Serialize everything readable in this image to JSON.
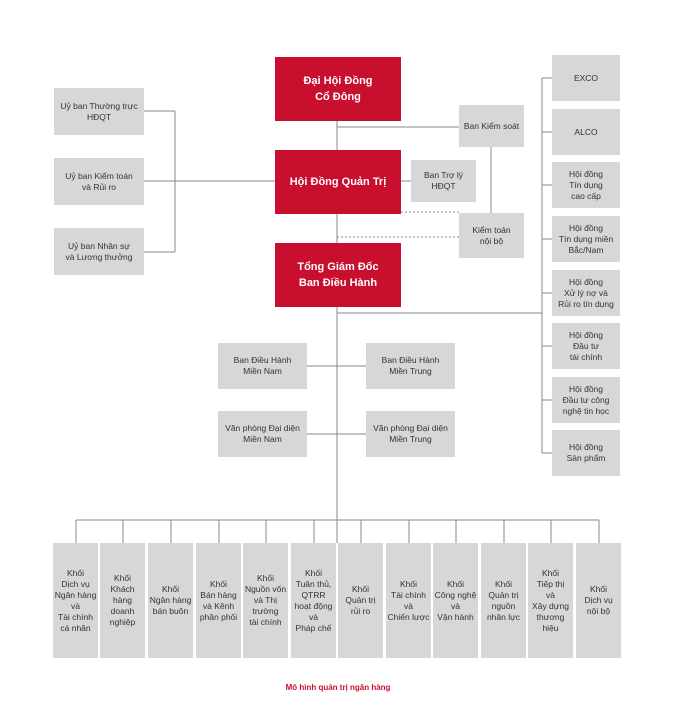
{
  "colors": {
    "accent_red": "#c8102e",
    "box_grey": "#d7d7d7",
    "line_grey": "#8a8a8a"
  },
  "top": {
    "dhdcd": "Đại Hội Đồng\nCổ Đông",
    "hdqt": "Hội Đồng Quản Trị",
    "tgd": "Tổng Giám Đốc\nBan Điều Hành"
  },
  "left": {
    "thuong_truc": "Uỷ ban Thường trực\nHĐQT",
    "kiem_toan_rui_ro": "Uỷ ban Kiểm toán\nvà Rủi ro",
    "nhan_su": "Uỷ ban Nhân sự\nvà Lương thưởng"
  },
  "mid": {
    "ban_kiem_soat": "Ban Kiểm soát",
    "ban_tro_ly": "Ban Trợ lý\nHĐQT",
    "kiem_toan_noi_bo": "Kiểm toán\nnội bộ"
  },
  "right": [
    "EXCO",
    "ALCO",
    "Hội đồng\nTín dụng\ncao cấp",
    "Hội đồng\nTín dụng miền\nBắc/Nam",
    "Hội đồng\nXử lý nợ và\nRủi ro tín dụng",
    "Hội đồng\nĐầu tư\ntài chính",
    "Hội đồng\nĐầu tư công\nnghệ tin học",
    "Hội đồng\nSản phẩm"
  ],
  "regions": {
    "dh_nam": "Ban Điều Hành\nMiền Nam",
    "dh_trung": "Ban Điều Hành\nMiền Trung",
    "vp_nam": "Văn phòng Đại diện\nMiền Nam",
    "vp_trung": "Văn phòng Đại diện\nMiền Trung"
  },
  "blocks": [
    "Khối\nDịch vụ\nNgân hàng\nvà\nTài chính\ncá nhân",
    "Khối\nKhách\nhàng\ndoanh\nnghiệp",
    "Khối\nNgân hàng\nbán buôn",
    "Khối\nBán hàng\nvà Kênh\nphân phối",
    "Khối\nNguồn vốn\nvà Thị\ntrường\ntài chính",
    "Khối\nTuân thủ,\nQTRR\nhoạt động\nvà\nPháp chế",
    "Khối\nQuản trị\nrủi ro",
    "Khối\nTài chính\nvà\nChiến lược",
    "Khối\nCông nghệ\nvà\nVận hành",
    "Khối\nQuản trị\nnguồn\nnhân lực",
    "Khối\nTiếp thị\nvà\nXây dựng\nthương\nhiệu",
    "Khối\nDịch vụ\nnội bộ"
  ],
  "caption": "Mô hình quản trị ngân hàng"
}
